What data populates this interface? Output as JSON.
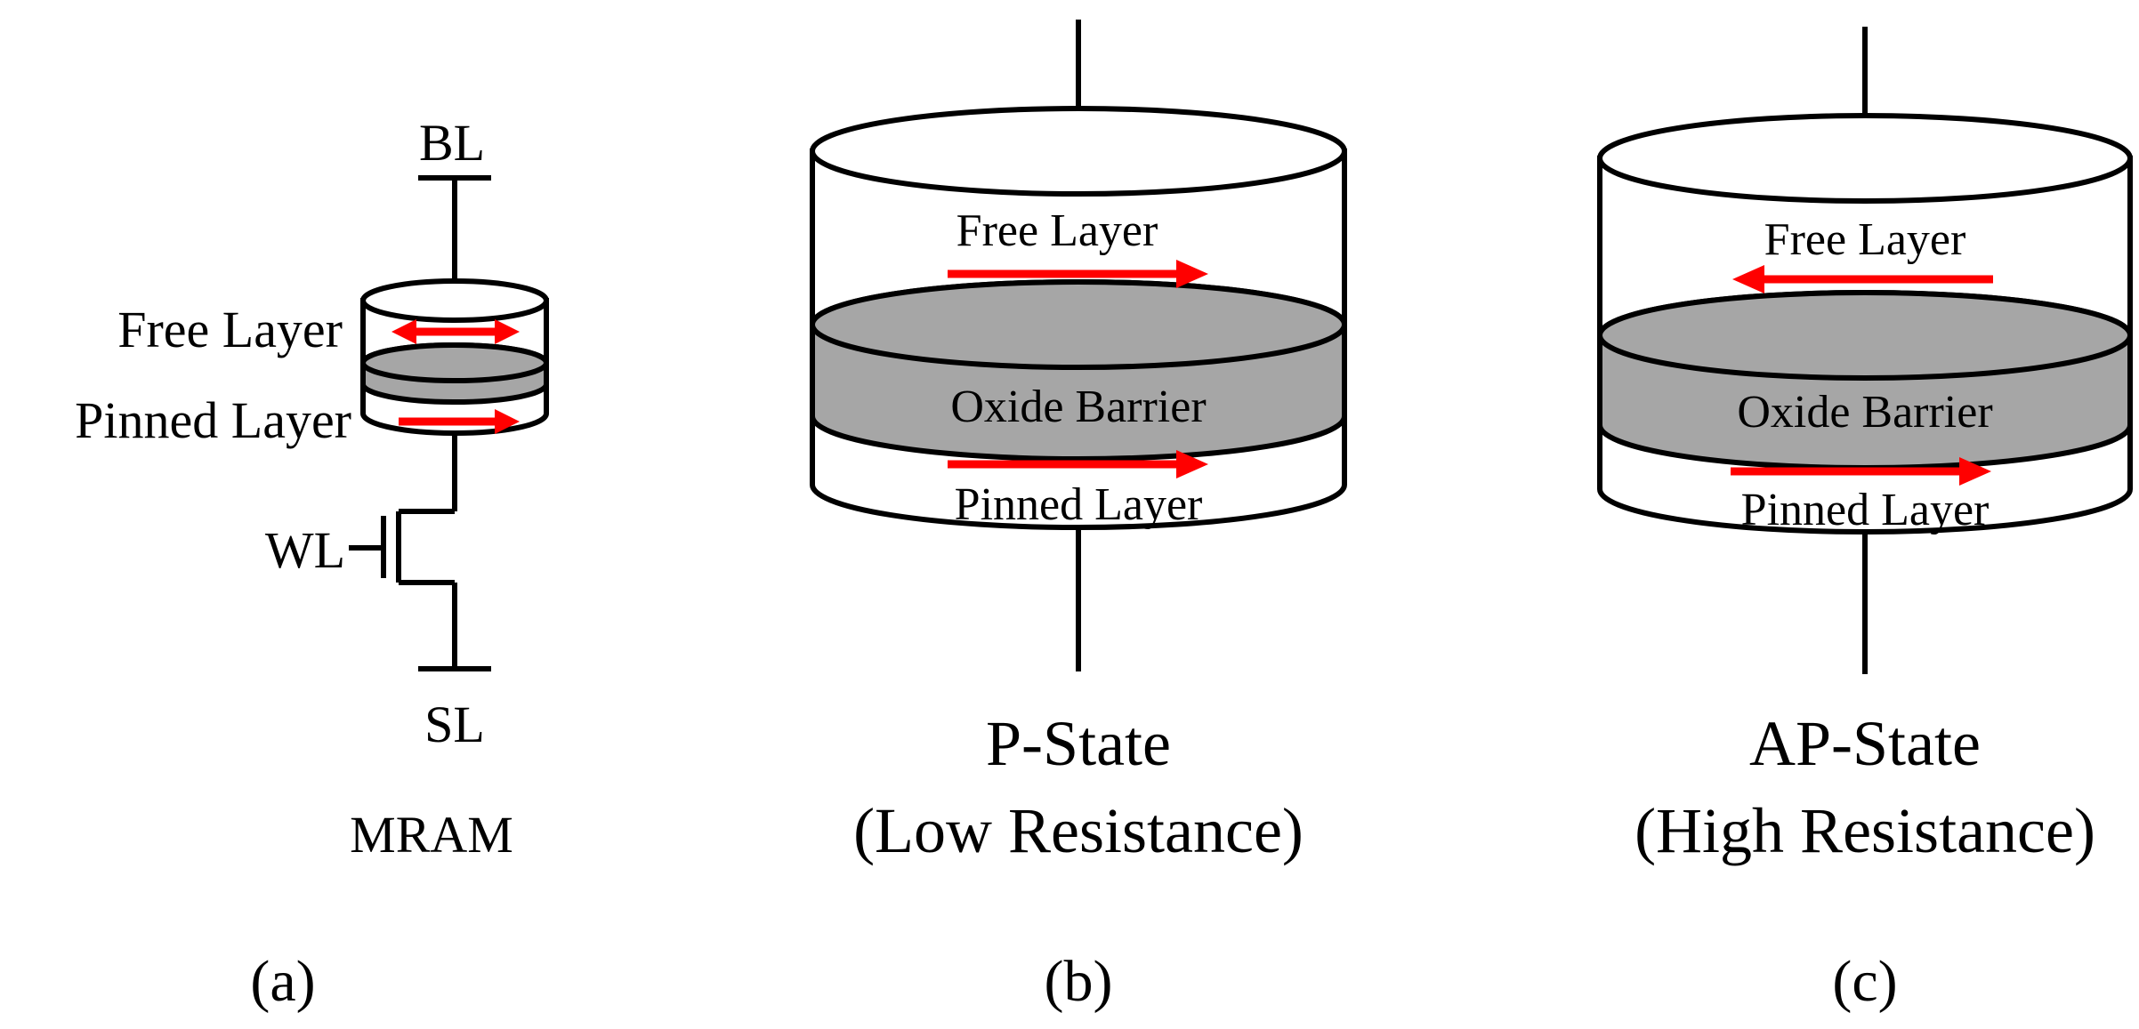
{
  "panel_a": {
    "bl_label": "BL",
    "free_layer_label": "Free Layer",
    "pinned_layer_label": "Pinned Layer",
    "wl_label": "WL",
    "sl_label": "SL",
    "title": "MRAM",
    "caption": "(a)"
  },
  "panel_b": {
    "free_layer_label": "Free Layer",
    "oxide_label": "Oxide Barrier",
    "pinned_layer_label": "Pinned Layer",
    "state_label": "P-State",
    "resistance_label": "(Low Resistance)",
    "caption": "(b)",
    "free_layer_direction": "right",
    "pinned_layer_direction": "right"
  },
  "panel_c": {
    "free_layer_label": "Free Layer",
    "oxide_label": "Oxide Barrier",
    "pinned_layer_label": "Pinned Layer",
    "state_label": "AP-State",
    "resistance_label": "(High Resistance)",
    "caption": "(c)",
    "free_layer_direction": "left",
    "pinned_layer_direction": "right"
  },
  "colors": {
    "arrow": "#ff0000",
    "oxide": "#a6a6a6",
    "line": "#000000"
  }
}
